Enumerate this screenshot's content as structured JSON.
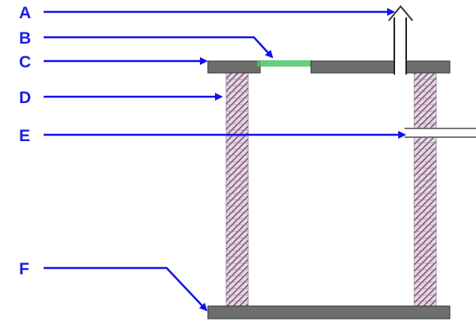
{
  "labels": {
    "a": "A",
    "b": "B",
    "c": "C",
    "d": "D",
    "e": "E",
    "f": "F"
  },
  "colors": {
    "arrow": "#1010f0",
    "slab": "#6e6e6e",
    "brick": "#d9c6d6",
    "glass": "#4dc466"
  }
}
